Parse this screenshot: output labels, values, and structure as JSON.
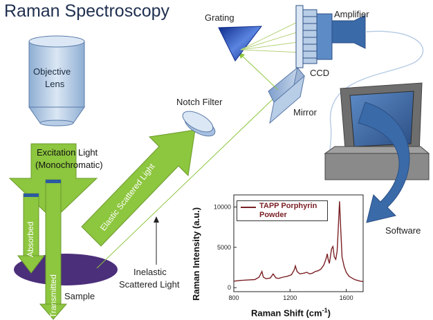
{
  "diagram": {
    "title": "Raman Spectroscopy",
    "labels": {
      "objective_lens_line1": "Objective",
      "objective_lens_line2": "Lens",
      "excitation_line1": "Excitation Light",
      "excitation_line2": "(Monochromatic)",
      "grating": "Grating",
      "amplifier": "Amplifier",
      "ccd": "CCD",
      "notch_filter": "Notch Filter",
      "mirror": "Mirror",
      "absorbed": "Absorbed",
      "transmitted": "Transmitted",
      "elastic": "Elastic Scattered Light",
      "inelastic_line1": "Inelastic",
      "inelastic_line2": "Scattered Light",
      "sample": "Sample",
      "software": "Software"
    },
    "colors": {
      "arrow_green": "#8dc63f",
      "arrow_green_dark": "#6b9a2c",
      "lens_blue": "#b8cde6",
      "sample_purple": "#4b2f7a",
      "grating_blue": "#1f3fa8",
      "computer_blue": "#3a6aa8",
      "spectrum_red": "#7a1f24"
    }
  },
  "chart_data": {
    "type": "line",
    "title": "",
    "xlabel_main": "Raman Shift (cm",
    "xlabel_sup": "-1",
    "xlabel_end": ")",
    "ylabel": "Raman Intensity (a.u.)",
    "xlim": [
      800,
      1720
    ],
    "ylim": [
      -500,
      11500
    ],
    "xticks": [
      800,
      1200,
      1600
    ],
    "yticks": [
      0,
      5000,
      10000
    ],
    "legend": "top-left",
    "series": [
      {
        "name_line1": "TAPP Porphyrin",
        "name_line2": "Powder",
        "x": [
          800,
          850,
          900,
          950,
          980,
          1000,
          1010,
          1030,
          1060,
          1080,
          1100,
          1120,
          1150,
          1180,
          1210,
          1230,
          1238,
          1250,
          1270,
          1300,
          1320,
          1340,
          1360,
          1380,
          1400,
          1420,
          1440,
          1455,
          1465,
          1470,
          1480,
          1495,
          1505,
          1515,
          1525,
          1535,
          1545,
          1552,
          1560,
          1570,
          1585,
          1600,
          1620,
          1640,
          1660,
          1680,
          1700,
          1720
        ],
        "y": [
          800,
          900,
          950,
          1000,
          1300,
          2000,
          1300,
          1100,
          1200,
          1700,
          1200,
          1150,
          1300,
          1400,
          1600,
          2200,
          2700,
          2000,
          1700,
          1800,
          1900,
          1700,
          1800,
          2000,
          2100,
          2300,
          2800,
          3500,
          4200,
          3600,
          3000,
          4800,
          5100,
          3800,
          3500,
          4500,
          8000,
          10700,
          7500,
          3800,
          2600,
          1900,
          1400,
          1200,
          1000,
          900,
          800,
          750
        ]
      }
    ]
  }
}
